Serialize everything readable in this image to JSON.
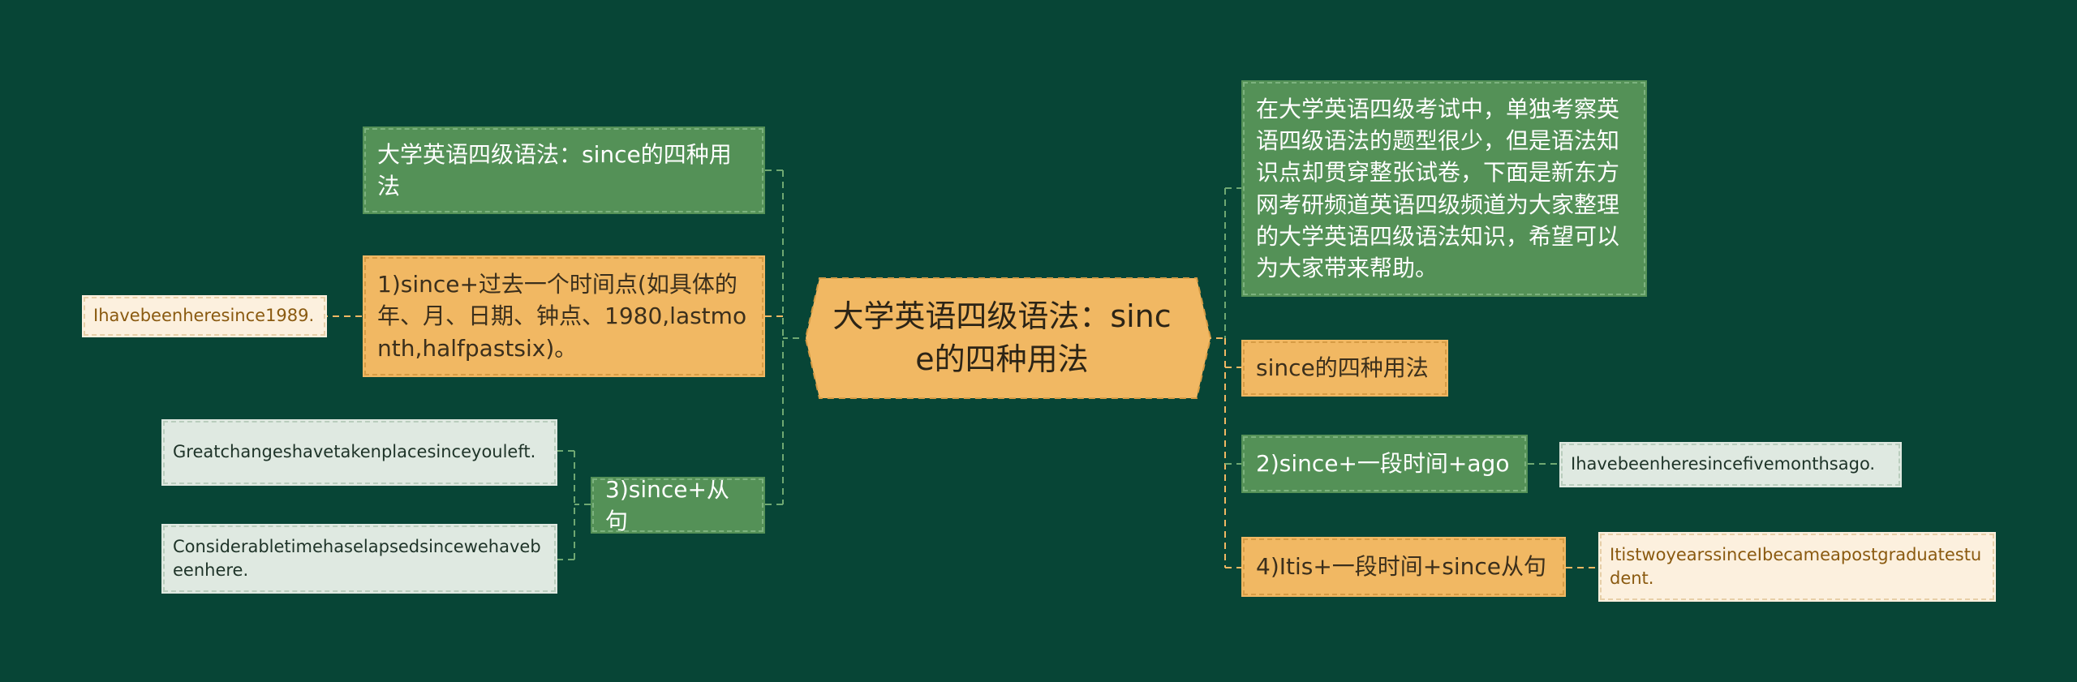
{
  "central_topic": "大学英语四级语法：since的四种用法",
  "left": {
    "title_node": "大学英语四级语法：since的四种用法",
    "usage1": "1)since+过去一个时间点(如具体的年、月、日期、钟点、1980,lastmonth,halfpastsix)。",
    "usage1_example": "Ihavebeenheresince1989.",
    "usage3": "3)since+从句",
    "usage3_examples": [
      "Greatchangeshavetakenplacesinceyouleft.",
      "Considerabletimehaselapsedsincewehavebeenhere."
    ]
  },
  "right": {
    "intro": "在大学英语四级考试中，单独考察英语四级语法的题型很少，但是语法知识点却贯穿整张试卷，下面是新东方网考研频道英语四级频道为大家整理的大学英语四级语法知识，希望可以为大家带来帮助。",
    "four_usages": "since的四种用法",
    "usage2": "2)since+一段时间+ago",
    "usage2_example": "Ihavebeenheresincefivemonthsago.",
    "usage4": "4)Itis+一段时间+since从句",
    "usage4_example": "ItistwoyearssinceIbecameapostgraduatestudent."
  },
  "colors": {
    "background": "#074536",
    "green_node": "#549157",
    "orange_node": "#f1b863",
    "light_green_node": "#dfe9e1",
    "cream_node": "#fcf0de",
    "connector_green": "#6fa872",
    "connector_orange": "#f1b863"
  }
}
